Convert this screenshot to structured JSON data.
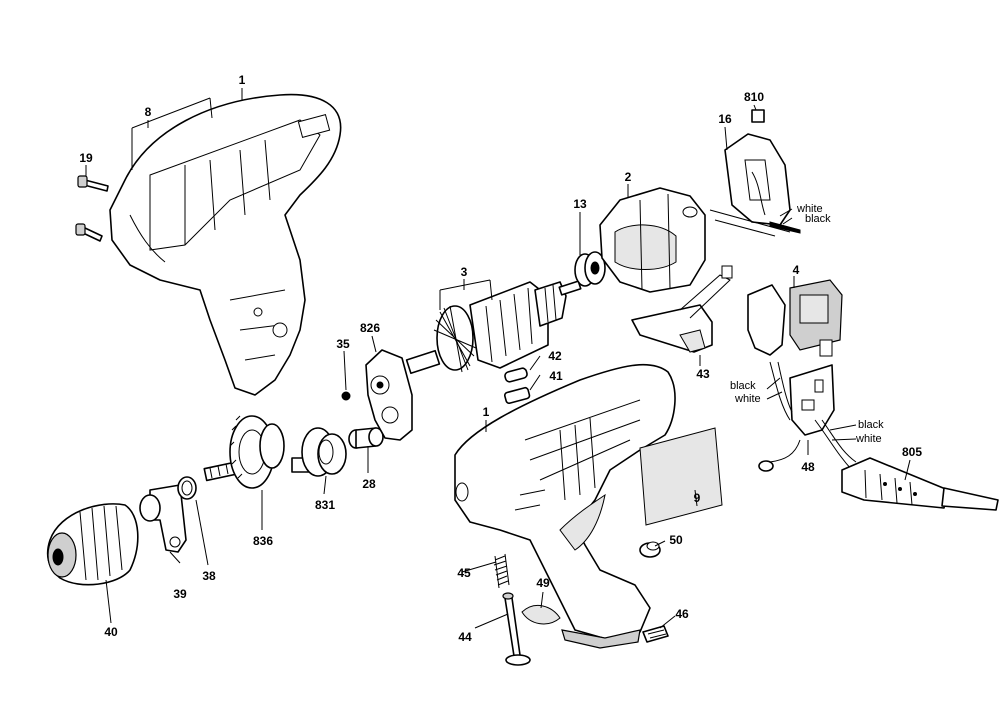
{
  "part_numbers": {
    "p1a": "1",
    "p1b": "1",
    "p2": "2",
    "p3": "3",
    "p4": "4",
    "p8": "8",
    "p9": "9",
    "p13": "13",
    "p16": "16",
    "p19": "19",
    "p28": "28",
    "p35": "35",
    "p38": "38",
    "p39": "39",
    "p40": "40",
    "p41": "41",
    "p42": "42",
    "p43": "43",
    "p44": "44",
    "p45": "45",
    "p46": "46",
    "p48": "48",
    "p49": "49",
    "p50": "50",
    "p805": "805",
    "p810": "810",
    "p826": "826",
    "p831": "831",
    "p836": "836"
  },
  "wire_labels": {
    "brush_white": "white",
    "brush_black": "black",
    "switch_black": "black",
    "switch_white": "white",
    "cord_black": "black",
    "cord_white": "white"
  }
}
